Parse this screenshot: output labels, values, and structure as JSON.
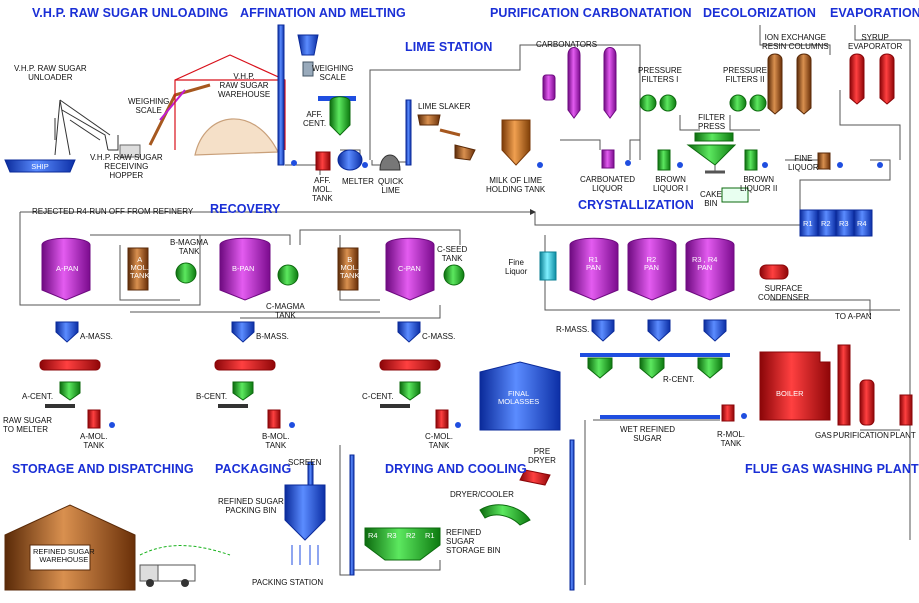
{
  "sections": {
    "raw_unloading": "V.H.P. RAW SUGAR UNLOADING",
    "affination": "AFFINATION AND MELTING",
    "lime_station": "LIME STATION",
    "purification": "PURIFICATION CARBONATATION",
    "decolorization": "DECOLORIZATION",
    "evaporation": "EVAPORATION",
    "recovery": "RECOVERY",
    "crystallization": "CRYSTALLIZATION",
    "storage": "STORAGE AND DISPATCHING",
    "packaging": "PACKAGING",
    "drying": "DRYING AND COOLING",
    "flue_gas": "FLUE GAS WASHING PLANT"
  },
  "labels": {
    "ship": "SHIP",
    "unloader": [
      "V.H.P. RAW SUGAR",
      "UNLOADER"
    ],
    "weighing_scale_1": [
      "WEIGHING",
      "SCALE"
    ],
    "warehouse": [
      "V.H.P.",
      "RAW SUGAR",
      "WAREHOUSE"
    ],
    "receiving_hopper": [
      "V.H.P. RAW SUGAR",
      "RECEIVING",
      "HOPPER"
    ],
    "weighing_scale_2": [
      "WEIGHING",
      "SCALE"
    ],
    "aff_cent": [
      "AFF.",
      "CENT."
    ],
    "aff_mol_tank": [
      "AFF.",
      "MOL.",
      "TANK"
    ],
    "melter": "MELTER",
    "quick_lime": [
      "QUICK",
      "LIME"
    ],
    "lime_slaker": "LIME SLAKER",
    "milk_of_lime": [
      "MILK OF LIME",
      "HOLDING TANK"
    ],
    "carbonators": "CARBONATORS",
    "carbonated_liquor": [
      "CARBONATED",
      "LIQUOR"
    ],
    "pressure_filters_1": [
      "PRESSURE",
      "FILTERS I"
    ],
    "pressure_filters_2": [
      "PRESSURE",
      "FILTERS II"
    ],
    "filter_press": [
      "FILTER",
      "PRESS"
    ],
    "brown_liquor_1": [
      "BROWN",
      "LIQUOR I"
    ],
    "brown_liquor_2": [
      "BROWN",
      "LIQUOR II"
    ],
    "cake_bin": [
      "CAKE",
      "BIN"
    ],
    "ion_exchange": [
      "ION EXCHANGE",
      "RESIN COLUMNS"
    ],
    "syrup_evaporator": [
      "SYRUP",
      "EVAPORATOR"
    ],
    "fine_liquor_1": [
      "FINE",
      "LIQUOR"
    ],
    "rejected": "REJECTED R4-RUN OFF FROM REFINERY",
    "a_pan": "A-PAN",
    "b_pan": "B-PAN",
    "c_pan": "C-PAN",
    "a_mol_tank_box": [
      "A",
      "MOL.",
      "TANK"
    ],
    "b_mol_tank_box": [
      "B",
      "MOL.",
      "TANK"
    ],
    "b_magma_tank": [
      "B-MAGMA",
      "TANK"
    ],
    "c_magma_tank": [
      "C-MAGMA",
      "TANK"
    ],
    "c_seed_tank": [
      "C-SEED",
      "TANK"
    ],
    "a_mass": "A-MASS.",
    "b_mass": "B-MASS.",
    "c_mass": "C-MASS.",
    "a_cent": "A-CENT.",
    "b_cent": "B-CENT.",
    "c_cent": "C-CENT.",
    "raw_sugar_to_melter": [
      "RAW SUGAR",
      "TO MELTER"
    ],
    "a_mol_tank": [
      "A-MOL.",
      "TANK"
    ],
    "b_mol_tank": [
      "B-MOL.",
      "TANK"
    ],
    "c_mol_tank": [
      "C-MOL.",
      "TANK"
    ],
    "final_molasses": [
      "FINAL",
      "MOLASSES"
    ],
    "fine_liquor_2": [
      "Fine",
      "Liquor"
    ],
    "r1_pan": [
      "R1",
      "PAN"
    ],
    "r2_pan": [
      "R2",
      "PAN"
    ],
    "r34_pan": [
      "R3 , R4",
      "PAN"
    ],
    "surface_condenser": [
      "SURFACE",
      "CONDENSER"
    ],
    "r_boxes": [
      "R1",
      "R2",
      "R3",
      "R4"
    ],
    "to_a_pan": "TO  A-PAN",
    "r_mass": "R-MASS.",
    "r_cent": "R-CENT.",
    "wet_refined": [
      "WET REFINED",
      "SUGAR"
    ],
    "r_mol_tank": [
      "R-MOL.",
      "TANK"
    ],
    "boiler": "BOILER",
    "gas": "GAS",
    "purification": "PURIFICATION",
    "plant": "PLANT",
    "screen": "SCREEN",
    "refined_packing_bin": [
      "REFINED SUGAR",
      "PACKING BIN"
    ],
    "packing_station": "PACKING STATION",
    "refined_warehouse": [
      "REFINED SUGAR",
      "WAREHOUSE"
    ],
    "pre_dryer": [
      "PRE",
      "DRYER"
    ],
    "dryer_cooler": "DRYER/COOLER",
    "storage_bins": [
      "R4",
      "R3",
      "R2",
      "R1"
    ],
    "refined_storage_bin": [
      "REFINED",
      "SUGAR",
      "STORAGE BIN"
    ]
  },
  "colors": {
    "title": "#1a2fd6",
    "pan": "#c21ad1",
    "blue": "#1f4ee0",
    "red": "#d8101a",
    "green": "#18b21c",
    "brown": "#a6581f",
    "cyan": "#1fbfd6",
    "line": "#4a4a4a"
  }
}
